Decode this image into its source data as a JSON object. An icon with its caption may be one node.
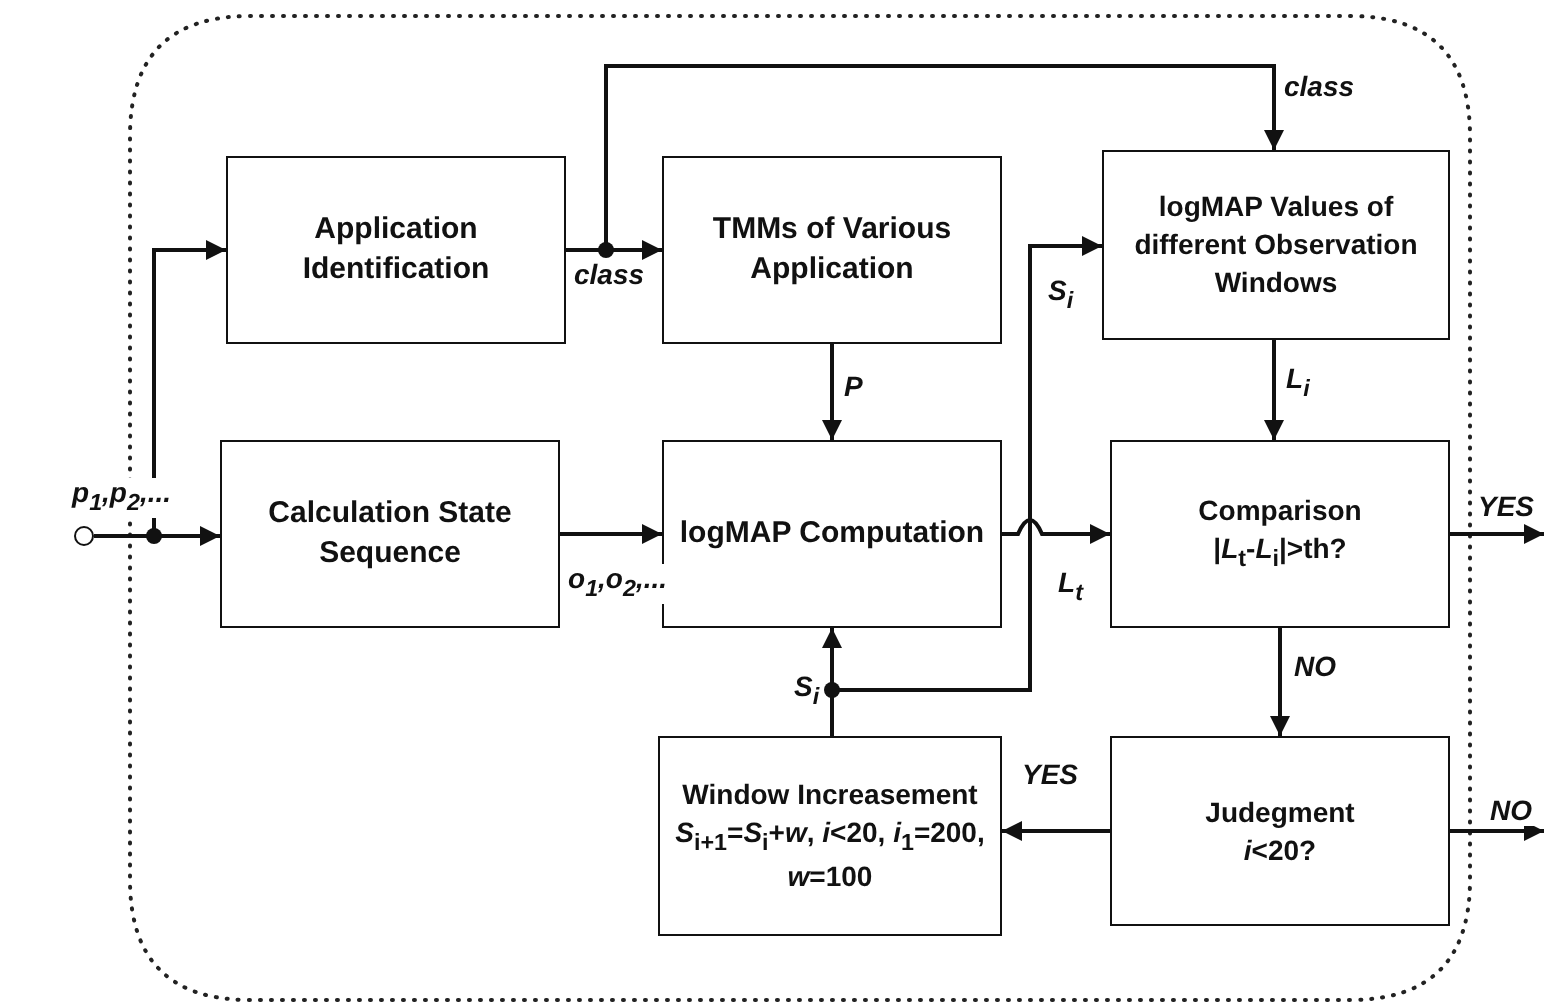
{
  "diagram": {
    "nodes": [
      {
        "text": [
          "Application Identification"
        ]
      },
      {
        "text": [
          "TMMs of Various Application"
        ]
      },
      {
        "text": [
          "logMAP Values of different Observation Windows"
        ]
      },
      {
        "text": [
          "Calculation State Sequence"
        ]
      },
      {
        "text": [
          "logMAP Computation"
        ]
      },
      {
        "text": [
          "Comparison",
          "|*L*$_{t}$-*L*$_{i}$|>th?"
        ]
      },
      {
        "text": [
          "Window Increasement",
          "*S*$_{i+1}$=*S*$_{i}$+*w*, *i*<20, *i*$_{1}$=200, *w*=100"
        ]
      },
      {
        "text": [
          "Judegment",
          "*i*<20?"
        ]
      },
      {
        "text": [],
        "shape": "circle",
        "beside": [
          "p$_{1}$,p$_{2}$,..."
        ]
      }
    ],
    "edges": [
      {
        "from": 8,
        "to": 0,
        "arrow": "to"
      },
      {
        "from": 8,
        "to": 3,
        "arrow": "to"
      },
      {
        "from": 0,
        "to": 1,
        "arrow": "to",
        "label": "class"
      },
      {
        "from": 0,
        "to": 2,
        "arrow": "to",
        "label": "class"
      },
      {
        "from": 1,
        "to": 4,
        "arrow": "to",
        "label": "P"
      },
      {
        "from": 3,
        "to": 4,
        "arrow": "to",
        "label": "o$_{1}$,o$_{2}$,..."
      },
      {
        "from": 4,
        "to": 5,
        "arrow": "to",
        "label": "L$_{t}$"
      },
      {
        "from": 2,
        "to": 5,
        "arrow": "to",
        "label": "L$_{i}$"
      },
      {
        "from": 6,
        "to": 4,
        "arrow": "to",
        "label": "S$_{i}$"
      },
      {
        "from": 6,
        "to": 2,
        "arrow": "to",
        "label": "S$_{i}$"
      },
      {
        "from": 5,
        "to": 7,
        "arrow": "to",
        "label": "NO"
      },
      {
        "from": 7,
        "to": 6,
        "arrow": "to",
        "label": "YES"
      },
      {
        "from": 5,
        "to": null,
        "arrow": "to",
        "label": "YES"
      },
      {
        "from": 7,
        "to": null,
        "arrow": "to",
        "label": "NO"
      }
    ]
  }
}
